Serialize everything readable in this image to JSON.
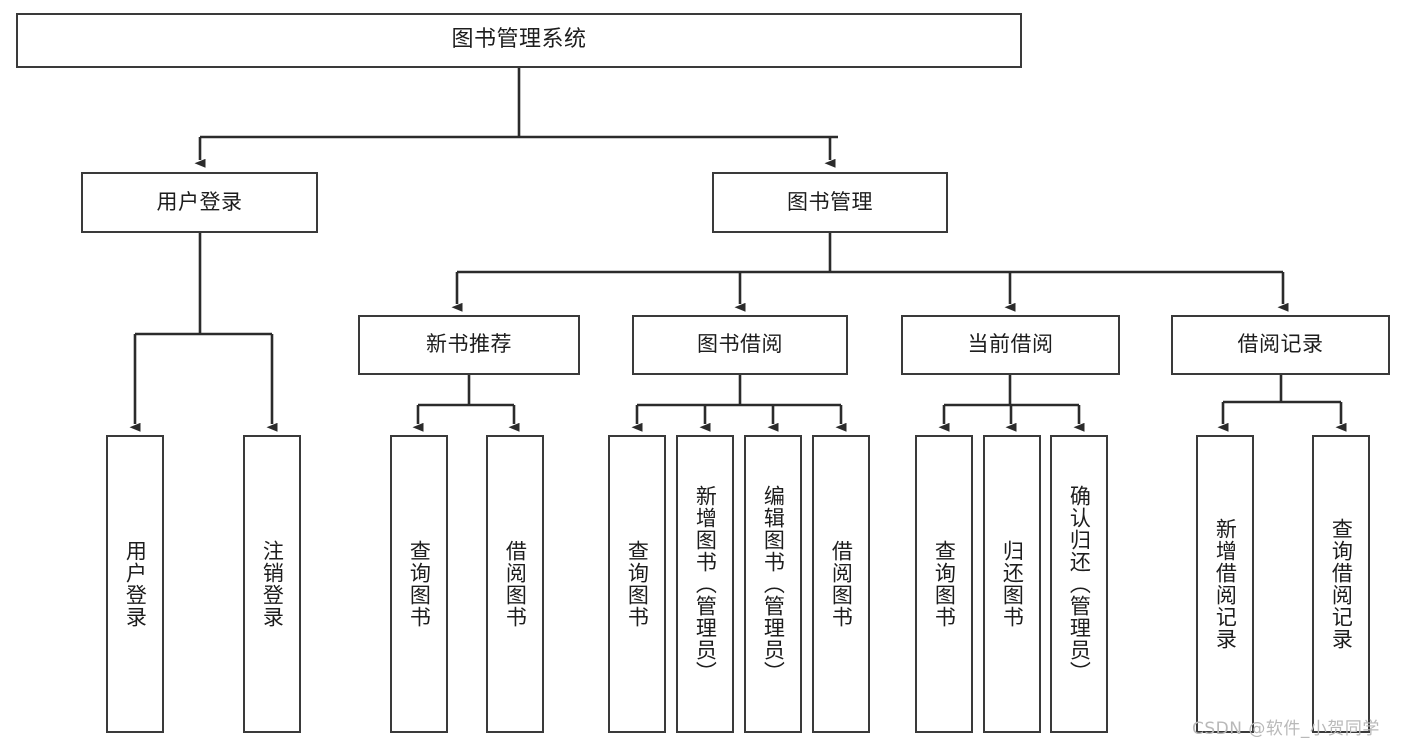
{
  "diagram": {
    "title": "图书管理系统",
    "type": "tree",
    "watermark": "CSDN @软件_小贺同学",
    "colors": {
      "box_border": "#3a3a3a",
      "box_fill": "#ffffff",
      "edge": "#2b2b2b",
      "text": "#1d1d1d",
      "watermark": "#b9b9b9",
      "background": "#ffffff"
    },
    "root": {
      "label": "图书管理系统"
    },
    "level2": [
      {
        "id": "user-login",
        "label": "用户登录"
      },
      {
        "id": "book-management",
        "label": "图书管理"
      }
    ],
    "level3": [
      {
        "id": "new-book-recommend",
        "label": "新书推荐",
        "parent": "book-management"
      },
      {
        "id": "book-borrow",
        "label": "图书借阅",
        "parent": "book-management"
      },
      {
        "id": "current-borrow",
        "label": "当前借阅",
        "parent": "book-management"
      },
      {
        "id": "borrow-record",
        "label": "借阅记录",
        "parent": "book-management"
      }
    ],
    "leaves": {
      "user-login": [
        {
          "id": "leaf-user-login",
          "label": "用户登录"
        },
        {
          "id": "leaf-logout",
          "label": "注销登录"
        }
      ],
      "new-book-recommend": [
        {
          "id": "leaf-query-book-1",
          "label": "查询图书"
        },
        {
          "id": "leaf-borrow-book-1",
          "label": "借阅图书"
        }
      ],
      "book-borrow": [
        {
          "id": "leaf-query-book-2",
          "label": "查询图书"
        },
        {
          "id": "leaf-add-book",
          "label": "新增图书（管理员）"
        },
        {
          "id": "leaf-edit-book",
          "label": "编辑图书（管理员）"
        },
        {
          "id": "leaf-borrow-book-2",
          "label": "借阅图书"
        }
      ],
      "current-borrow": [
        {
          "id": "leaf-query-book-3",
          "label": "查询图书"
        },
        {
          "id": "leaf-return-book",
          "label": "归还图书"
        },
        {
          "id": "leaf-confirm-return",
          "label": "确认归还（管理员）"
        }
      ],
      "borrow-record": [
        {
          "id": "leaf-add-record",
          "label": "新增借阅记录"
        },
        {
          "id": "leaf-query-record",
          "label": "查询借阅记录"
        }
      ]
    }
  }
}
